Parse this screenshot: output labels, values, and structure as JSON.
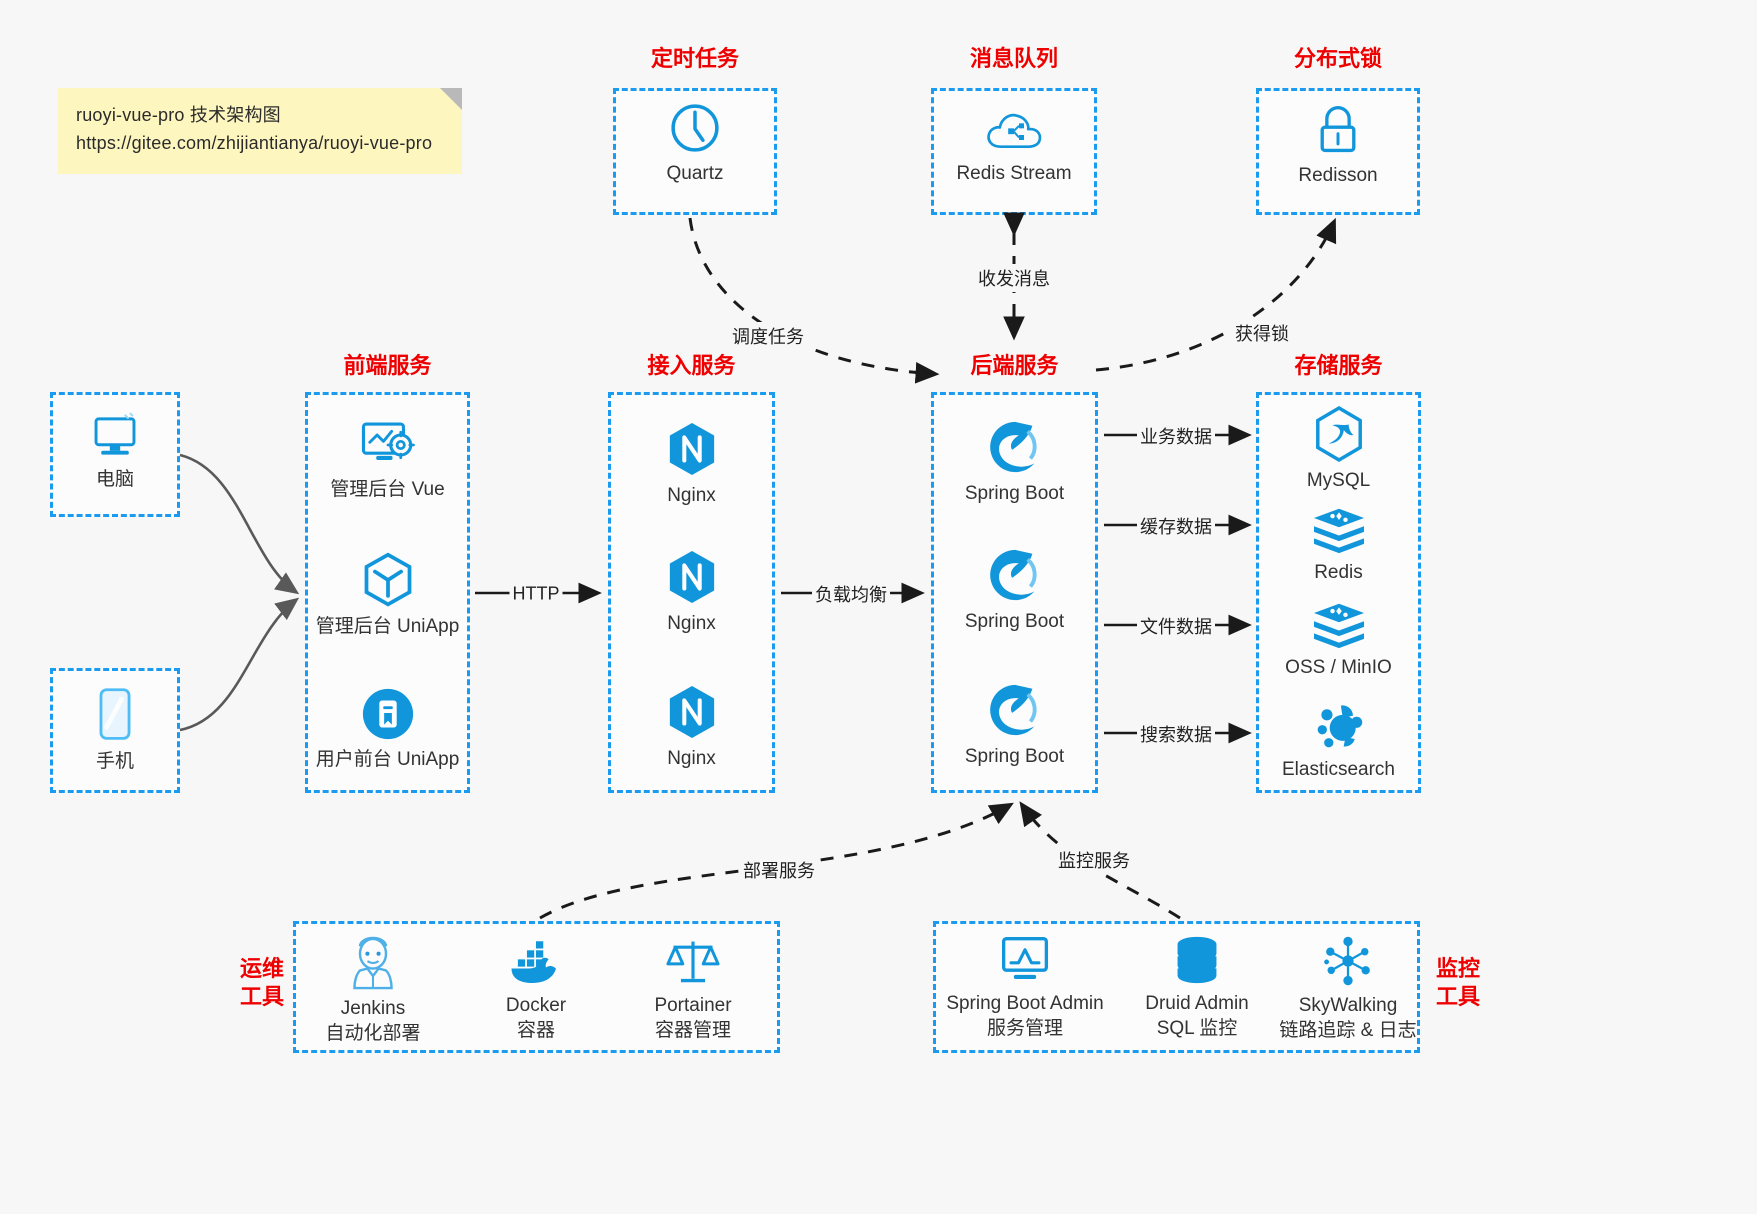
{
  "note": {
    "line1": "ruoyi-vue-pro 技术架构图",
    "line2": "https://gitee.com/zhijiantianya/ruoyi-vue-pro"
  },
  "colors": {
    "accent_blue": "#1a9bef",
    "icon_blue": "#1296db",
    "title_red": "#ef0000",
    "note_yellow": "#fdf6bf",
    "background": "#f7f7f7",
    "edge_gray": "#595959",
    "edge_black": "#1a1a1a"
  },
  "groups": {
    "scheduler": {
      "title": "定时任务",
      "nodes": [
        {
          "label": "Quartz",
          "icon": "clock-icon"
        }
      ]
    },
    "mq": {
      "title": "消息队列",
      "nodes": [
        {
          "label": "Redis Stream",
          "icon": "cloud-stream-icon"
        }
      ]
    },
    "lock": {
      "title": "分布式锁",
      "nodes": [
        {
          "label": "Redisson",
          "icon": "lock-icon"
        }
      ]
    },
    "client": {
      "nodes": [
        {
          "label": "电脑",
          "icon": "desktop-icon"
        },
        {
          "label": "手机",
          "icon": "mobile-icon"
        }
      ]
    },
    "frontend": {
      "title": "前端服务",
      "nodes": [
        {
          "label": "管理后台 Vue",
          "icon": "dashboard-gear-icon"
        },
        {
          "label": "管理后台 UniApp",
          "icon": "hexagon-cube-icon"
        },
        {
          "label": "用户前台 UniApp",
          "icon": "app-circle-icon"
        }
      ]
    },
    "gateway": {
      "title": "接入服务",
      "nodes": [
        {
          "label": "Nginx",
          "icon": "nginx-icon"
        },
        {
          "label": "Nginx",
          "icon": "nginx-icon"
        },
        {
          "label": "Nginx",
          "icon": "nginx-icon"
        }
      ]
    },
    "backend": {
      "title": "后端服务",
      "nodes": [
        {
          "label": "Spring Boot",
          "icon": "spring-leaf-icon"
        },
        {
          "label": "Spring Boot",
          "icon": "spring-leaf-icon"
        },
        {
          "label": "Spring Boot",
          "icon": "spring-leaf-icon"
        }
      ]
    },
    "storage": {
      "title": "存储服务",
      "nodes": [
        {
          "label": "MySQL",
          "icon": "mysql-dolphin-icon"
        },
        {
          "label": "Redis",
          "icon": "redis-stack-icon"
        },
        {
          "label": "OSS / MinIO",
          "icon": "redis-stack-icon"
        },
        {
          "label": "Elasticsearch",
          "icon": "elasticsearch-icon"
        }
      ]
    },
    "devops": {
      "title": "运维\n工具",
      "title_line1": "运维",
      "title_line2": "工具",
      "nodes": [
        {
          "label": "Jenkins",
          "sublabel": "自动化部署",
          "icon": "jenkins-butler-icon"
        },
        {
          "label": "Docker",
          "sublabel": "容器",
          "icon": "docker-whale-icon"
        },
        {
          "label": "Portainer",
          "sublabel": "容器管理",
          "icon": "scales-icon"
        }
      ]
    },
    "monitor": {
      "title_line1": "监控",
      "title_line2": "工具",
      "nodes": [
        {
          "label": "Spring Boot Admin",
          "sublabel": "服务管理",
          "icon": "monitor-chart-icon"
        },
        {
          "label": "Druid Admin",
          "sublabel": "SQL 监控",
          "icon": "database-icon"
        },
        {
          "label": "SkyWalking",
          "sublabel": "链路追踪 & 日志",
          "icon": "skywalking-node-icon"
        }
      ]
    }
  },
  "edges": [
    {
      "id": "edge-scheduler-backend",
      "label": "调度任务",
      "style": "dashed"
    },
    {
      "id": "edge-mq-backend",
      "label": "收发消息",
      "style": "dashed"
    },
    {
      "id": "edge-backend-lock",
      "label": "获得锁",
      "style": "dashed"
    },
    {
      "id": "edge-frontend-gateway",
      "label": "HTTP",
      "style": "solid"
    },
    {
      "id": "edge-gateway-backend",
      "label": "负载均衡",
      "style": "solid"
    },
    {
      "id": "edge-backend-mysql",
      "label": "业务数据",
      "style": "solid"
    },
    {
      "id": "edge-backend-redis",
      "label": "缓存数据",
      "style": "solid"
    },
    {
      "id": "edge-backend-oss",
      "label": "文件数据",
      "style": "solid"
    },
    {
      "id": "edge-backend-es",
      "label": "搜索数据",
      "style": "solid"
    },
    {
      "id": "edge-devops-backend",
      "label": "部署服务",
      "style": "dashed"
    },
    {
      "id": "edge-monitor-backend",
      "label": "监控服务",
      "style": "dashed"
    }
  ]
}
